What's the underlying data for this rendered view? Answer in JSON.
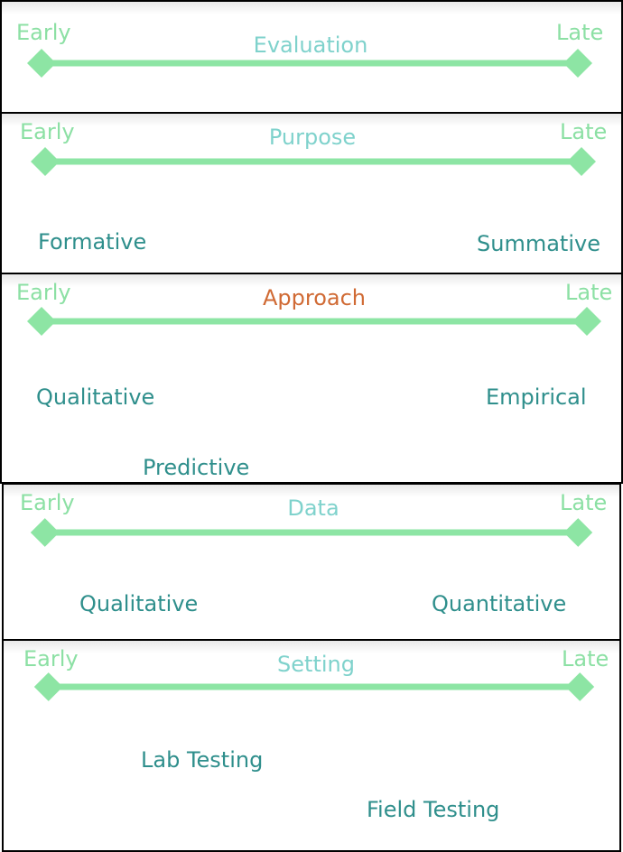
{
  "endpoints": {
    "early": "Early",
    "late": "Late"
  },
  "colors": {
    "axis": "#8de5a4",
    "title": "#7fd2cc",
    "highlight_title": "#d06a34",
    "item": "#2f8f8c",
    "endpoint": "#8ce0a4"
  },
  "panels": [
    {
      "title": "Evaluation",
      "items": []
    },
    {
      "title": "Purpose",
      "items": [
        "Formative",
        "Summative"
      ]
    },
    {
      "title": "Approach",
      "items": [
        "Qualitative",
        "Empirical",
        "Predictive"
      ]
    },
    {
      "title": "Data",
      "items": [
        "Qualitative",
        "Quantitative"
      ]
    },
    {
      "title": "Setting",
      "items": [
        "Lab Testing",
        "Field Testing"
      ]
    }
  ]
}
